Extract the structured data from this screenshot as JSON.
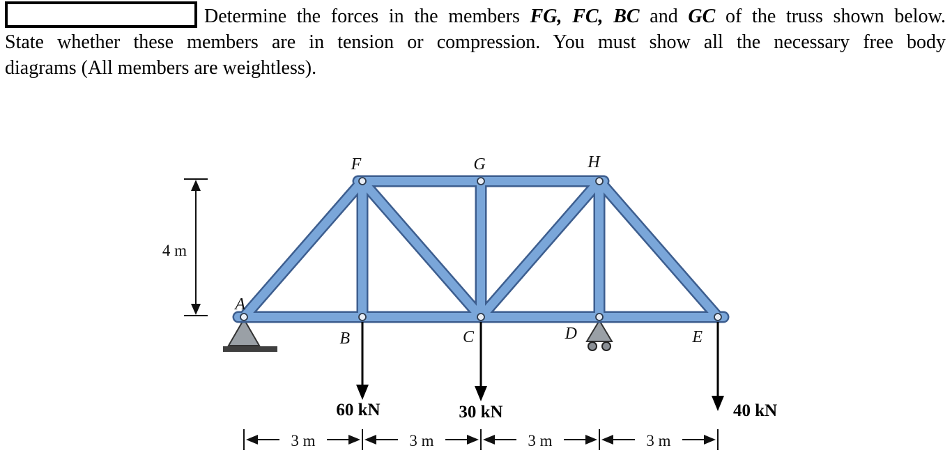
{
  "problem": {
    "line1": {
      "before": "Determine the forces in the members ",
      "members_a": "FG, FC, BC",
      "conj": " and ",
      "members_b": "GC",
      "after": " of the truss shown below."
    },
    "line2": "State whether these members are in tension or compression. You must show all the necessary free body",
    "line3": "diagrams (All members are weightless)."
  },
  "truss": {
    "labels": {
      "A": "A",
      "B": "B",
      "C": "C",
      "D": "D",
      "E": "E",
      "F": "F",
      "G": "G",
      "H": "H"
    },
    "loads": {
      "B": "60 kN",
      "C": "30 kN",
      "E": "40 kN"
    },
    "dims": {
      "height": "4 m",
      "spans": [
        "3 m",
        "3 m",
        "3 m",
        "3 m"
      ]
    },
    "colors": {
      "member_fill": "#7aa6d9",
      "member_outline": "#3d5e8f"
    }
  }
}
